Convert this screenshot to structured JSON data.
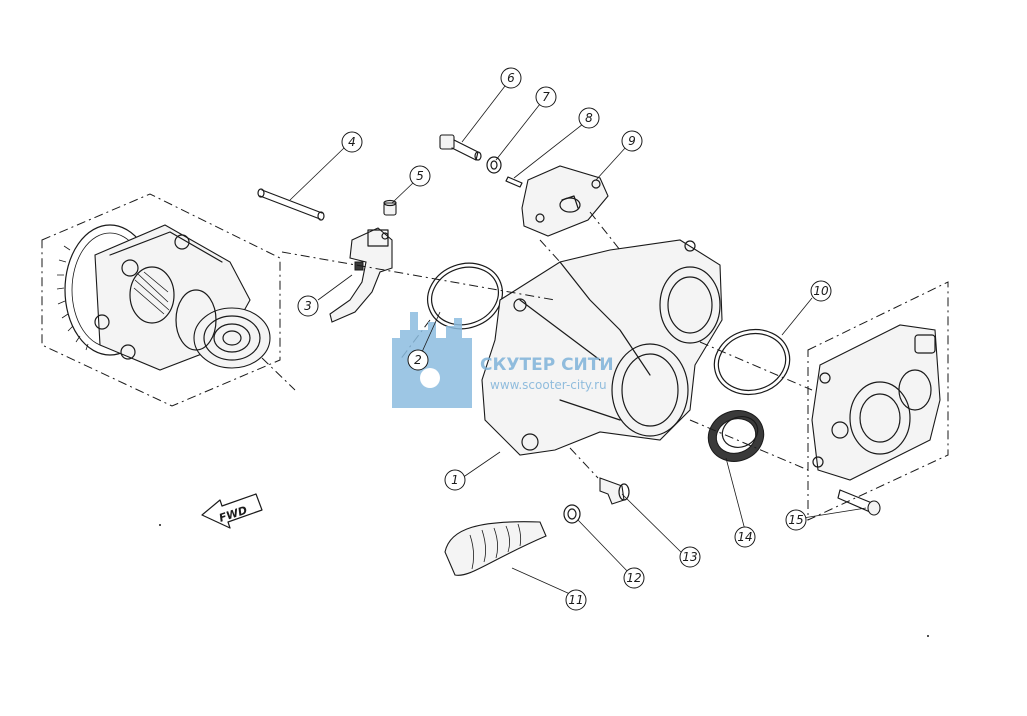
{
  "diagram": {
    "direction_label": "FWD",
    "callouts": [
      "1",
      "2",
      "3",
      "4",
      "5",
      "6",
      "7",
      "8",
      "9",
      "10",
      "11",
      "12",
      "13",
      "14",
      "15"
    ]
  },
  "watermark": {
    "title": "СКУТЕР СИТИ",
    "url": "www.scooter-city.ru"
  }
}
